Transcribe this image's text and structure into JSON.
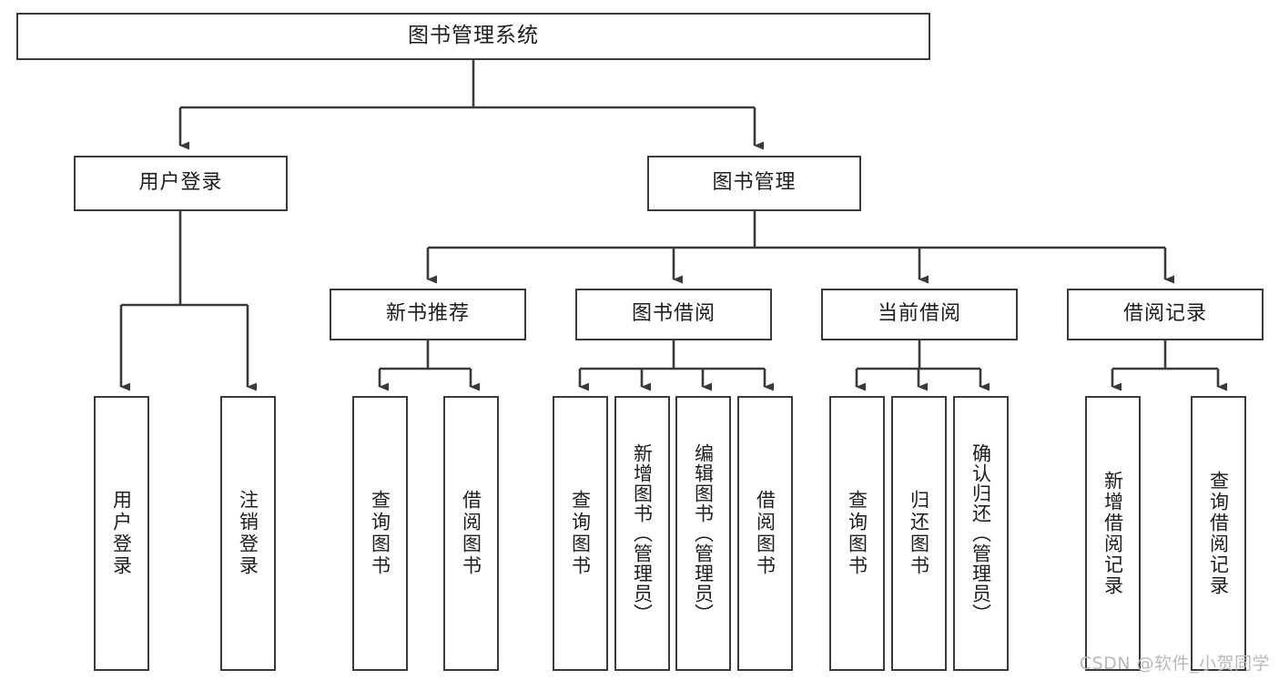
{
  "diagram": {
    "type": "tree-hierarchy",
    "root": {
      "id": "root",
      "label": "图书管理系统"
    },
    "level2": [
      {
        "id": "user-login",
        "label": "用户登录"
      },
      {
        "id": "book-management",
        "label": "图书管理"
      }
    ],
    "level3": [
      {
        "id": "new-book-recommend",
        "label": "新书推荐",
        "parent": "book-management"
      },
      {
        "id": "book-borrow",
        "label": "图书借阅",
        "parent": "book-management"
      },
      {
        "id": "current-borrow",
        "label": "当前借阅",
        "parent": "book-management"
      },
      {
        "id": "borrow-record",
        "label": "借阅记录",
        "parent": "book-management"
      }
    ],
    "leaves": {
      "user-login": [
        {
          "id": "leaf-user-login",
          "label": "用户登录"
        },
        {
          "id": "leaf-user-logout",
          "label": "注销登录"
        }
      ],
      "new-book-recommend": [
        {
          "id": "leaf-query-book-1",
          "label": "查询图书"
        },
        {
          "id": "leaf-borrow-book-1",
          "label": "借阅图书"
        }
      ],
      "book-borrow": [
        {
          "id": "leaf-query-book-2",
          "label": "查询图书"
        },
        {
          "id": "leaf-add-book",
          "label": "新增图书（管理员）"
        },
        {
          "id": "leaf-edit-book",
          "label": "编辑图书（管理员）"
        },
        {
          "id": "leaf-borrow-book-2",
          "label": "借阅图书"
        }
      ],
      "current-borrow": [
        {
          "id": "leaf-query-book-3",
          "label": "查询图书"
        },
        {
          "id": "leaf-return-book",
          "label": "归还图书"
        },
        {
          "id": "leaf-confirm-return",
          "label": "确认归还（管理员）"
        }
      ],
      "borrow-record": [
        {
          "id": "leaf-add-record",
          "label": "新增借阅记录"
        },
        {
          "id": "leaf-query-record",
          "label": "查询借阅记录"
        }
      ]
    }
  },
  "watermark": {
    "text": "CSDN @软件_小贺同学"
  },
  "colors": {
    "stroke": "#3a3a3a",
    "background": "#ffffff",
    "text": "#1d1d1d",
    "watermark": "#b9b9b9"
  }
}
